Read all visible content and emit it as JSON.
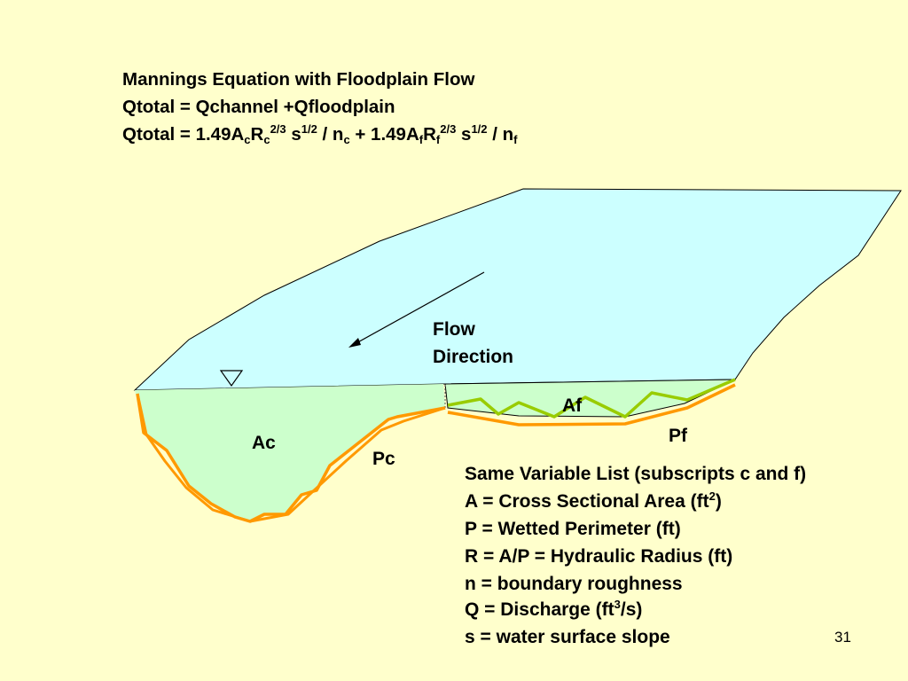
{
  "equations": {
    "line1": "Mannings Equation with Floodplain Flow",
    "line2": "Qtotal = Qchannel +Qfloodplain",
    "line3": {
      "lead": "Qtotal = 1.49A",
      "sub_c1": "c",
      "r1": "R",
      "sub_c2": "c",
      "sup_23a": "2/3",
      "s1": " s",
      "sup_12a": "1/2",
      "div1": " / n",
      "sub_c3": "c",
      "plus": " + 1.49A",
      "sub_f1": "f",
      "r2": "R",
      "sub_f2": "f",
      "sup_23b": "2/3",
      "s2": " s",
      "sup_12b": "1/2",
      "div2": " / n",
      "sub_f3": "f"
    }
  },
  "diagram_labels": {
    "flow_line1": "Flow",
    "flow_line2": "Direction",
    "ac": "Ac",
    "pc": "Pc",
    "af": "Af",
    "pf": "Pf"
  },
  "variables": {
    "heading": "Same Variable List (subscripts c and f)",
    "area": {
      "text": "A = Cross Sectional Area (ft",
      "sup": "2",
      "tail": ")"
    },
    "perimeter": "P = Wetted Perimeter (ft)",
    "radius": "R = A/P = Hydraulic Radius (ft)",
    "roughness": "n = boundary roughness",
    "discharge": {
      "text": "Q = Discharge (ft",
      "sup": "3",
      "tail": "/s)"
    },
    "slope": "s = water surface slope"
  },
  "page_number": "31",
  "colors": {
    "background": "#FFFFCC",
    "water_surface": "#CCFFFF",
    "channel_area": "#CCFFCC",
    "wetted_perimeter_channel": "#FF9900",
    "floodplain_bed_line": "#99CC00",
    "outline": "#000000"
  }
}
